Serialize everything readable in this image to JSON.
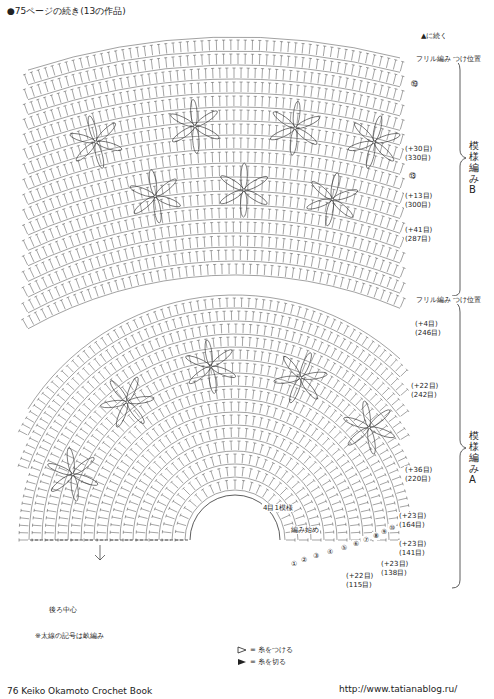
{
  "diagram": {
    "title": "●75ページの続き(13の作品)",
    "labels": [
      "▲に続く",
      "フリル編み つけ位置",
      "(+30目)",
      "(330目)",
      "(+13目)",
      "(300目)",
      "(+41目)",
      "(287目)",
      "模様編みB",
      "フリル編み つけ位置",
      "(+4目)",
      "(246目)",
      "(+22目)",
      "(242目)",
      "模様編みA",
      "(+36目)",
      "(220目)",
      "(+23目)",
      "(164目)",
      "(+23目)",
      "(141目)",
      "(+23目)",
      "(138目)",
      "(+22目)",
      "(115目)",
      "4目1模様",
      "編み始め",
      "後ろ中心",
      "※太線の記号は畝編み",
      "76 Keiko Okamoto Crochet Book",
      "http://www.tatianablog.ru/",
      "①",
      "②",
      "③",
      "④",
      "⑤",
      "⑥",
      "⑦",
      "⑧",
      "⑨",
      "⑩",
      "⑬",
      "⑲"
    ],
    "legend": [
      {
        "text": "= 糸をつける"
      },
      {
        "text": "= 糸を切る"
      }
    ]
  }
}
